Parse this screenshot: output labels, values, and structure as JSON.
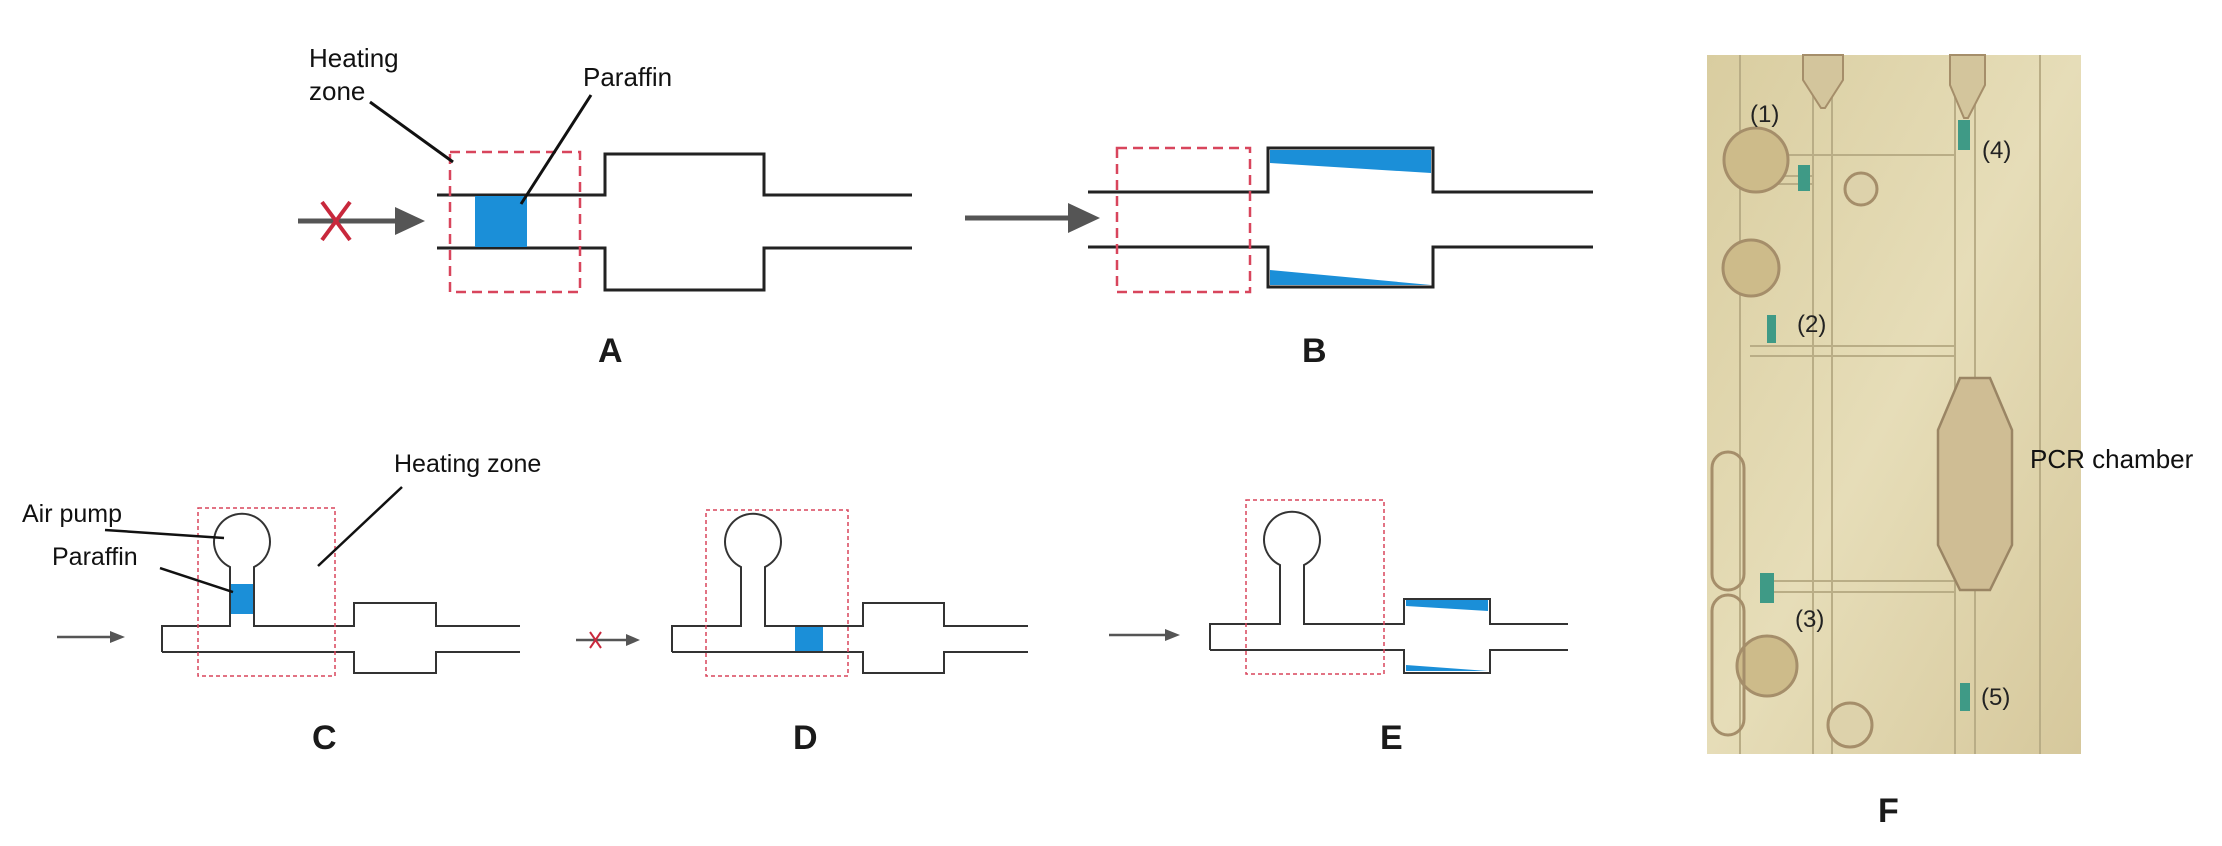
{
  "panels": {
    "a": {
      "letter": "A",
      "heating_zone": "Heating\nzone",
      "paraffin": "Paraffin"
    },
    "b": {
      "letter": "B"
    },
    "c": {
      "letter": "C",
      "air_pump": "Air pump",
      "paraffin": "Paraffin",
      "heating_zone": "Heating zone"
    },
    "d": {
      "letter": "D"
    },
    "e": {
      "letter": "E"
    },
    "f": {
      "letter": "F",
      "pcr_chamber": "PCR chamber",
      "markers": [
        "(1)",
        "(2)",
        "(3)",
        "(4)",
        "(5)"
      ]
    }
  },
  "colors": {
    "paraffin": "#1b8fd8",
    "heating_zone_border": "#d8455c",
    "blocked_x": "#c8283c",
    "channel": "#222222"
  }
}
